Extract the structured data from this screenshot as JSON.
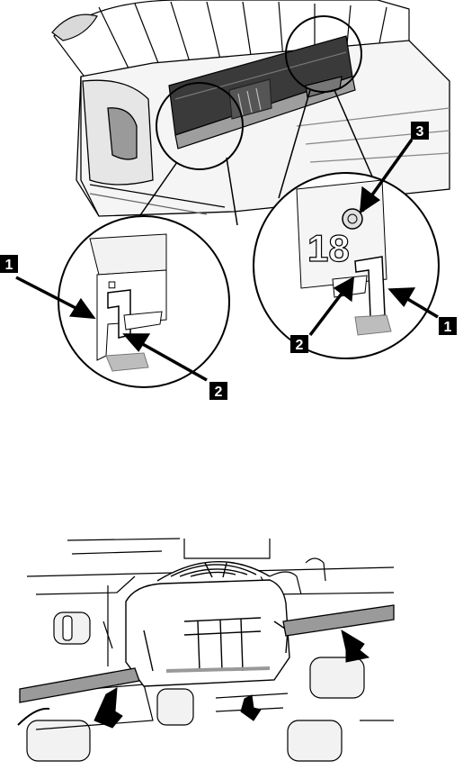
{
  "figure_top": {
    "callouts": [
      {
        "id": "left-1",
        "label": "1"
      },
      {
        "id": "left-2",
        "label": "2"
      },
      {
        "id": "right-3",
        "label": "3"
      },
      {
        "id": "right-2",
        "label": "2"
      },
      {
        "id": "right-1",
        "label": "1"
      }
    ],
    "detail_panel_text": "18"
  },
  "figure_bottom": {
    "arrow_count": 3
  }
}
